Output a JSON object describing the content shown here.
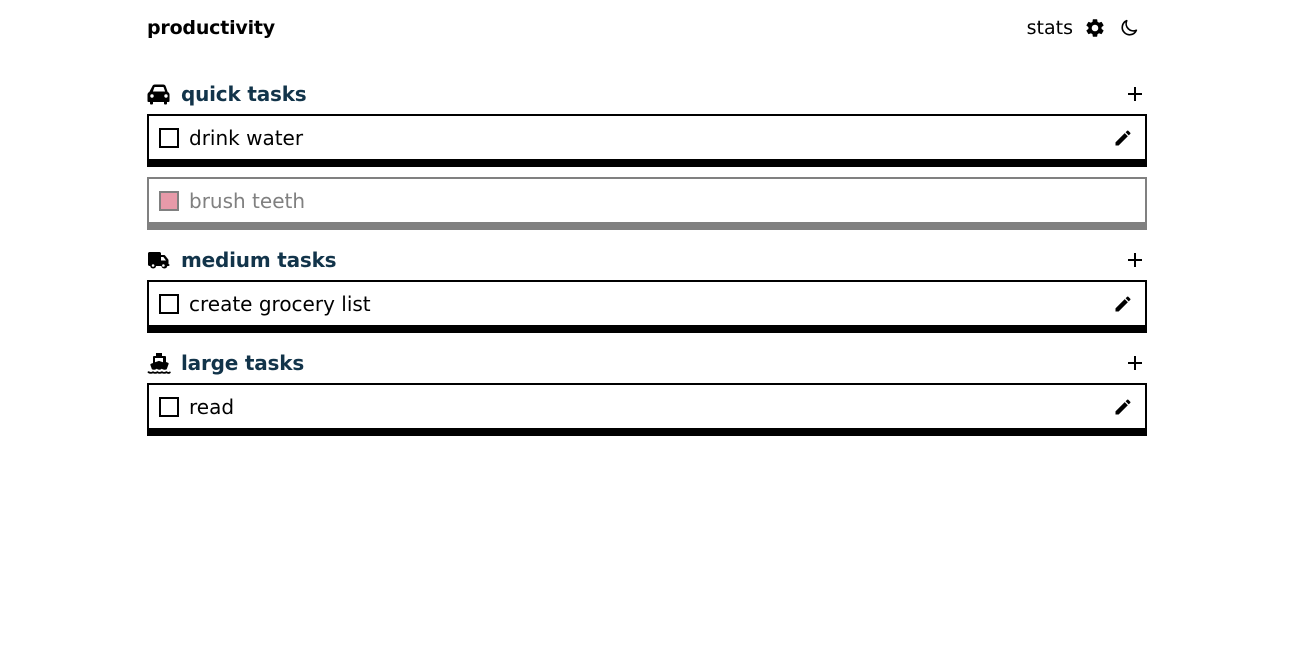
{
  "header": {
    "brand": "productivity",
    "stats_label": "stats",
    "settings_icon": "gear-icon",
    "theme_icon": "moon-icon"
  },
  "sections": [
    {
      "title": "quick tasks",
      "icon": "car-icon",
      "tasks": [
        {
          "label": "drink water",
          "done": false
        },
        {
          "label": "brush teeth",
          "done": true
        }
      ]
    },
    {
      "title": "medium tasks",
      "icon": "truck-icon",
      "tasks": [
        {
          "label": "create grocery list",
          "done": false
        }
      ]
    },
    {
      "title": "large tasks",
      "icon": "ship-icon",
      "tasks": [
        {
          "label": "read",
          "done": false
        }
      ]
    }
  ],
  "colors": {
    "section_title": "#12344a",
    "done_checkbox": "#e79aa9",
    "done_border": "#808080"
  }
}
